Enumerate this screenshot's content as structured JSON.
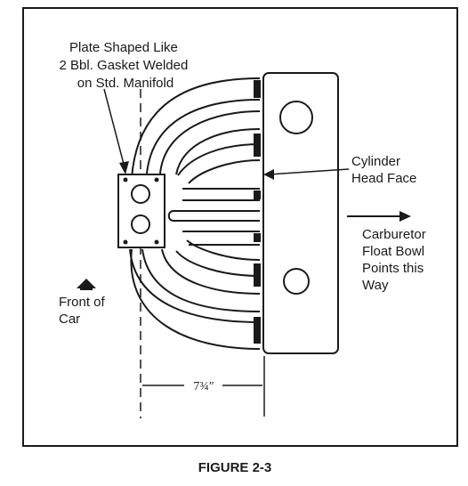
{
  "annotations": {
    "plate_label": [
      "Plate Shaped Like",
      "2 Bbl. Gasket Welded",
      "on Std. Manifold"
    ],
    "head_face_label": [
      "Cylinder",
      "Head Face"
    ],
    "float_bowl_label": [
      "Carburetor",
      "Float Bowl",
      "Points this",
      "Way"
    ],
    "front_label": [
      "Front of",
      "Car"
    ],
    "dimension": "7¾″"
  },
  "caption": "FIGURE 2-3"
}
